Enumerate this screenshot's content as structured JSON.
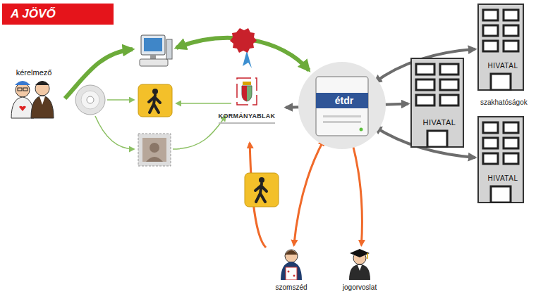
{
  "diagram": {
    "title": "A JÖVŐ",
    "nodes": [
      {
        "text": [
          "kérelmező"
        ]
      },
      {
        "text": [
          "KORMÁNYABLAK"
        ]
      },
      {
        "text": [
          "étdr"
        ]
      },
      {
        "text": [
          "HIVATAL"
        ]
      },
      {
        "text": [
          "HIVATAL"
        ]
      },
      {
        "text": [
          "HIVATAL"
        ]
      },
      {
        "text": [
          "szomszéd"
        ]
      },
      {
        "text": [
          "jogorvoslat"
        ]
      }
    ],
    "edges": [
      {
        "from": 1,
        "to": 2,
        "arrow": "both"
      },
      {
        "from": 2,
        "to": 4,
        "arrow": "both"
      },
      {
        "from": 2,
        "to": 3,
        "arrow": "both"
      },
      {
        "from": 2,
        "to": 5,
        "arrow": "both"
      },
      {
        "from": 6,
        "to": 1,
        "arrow": "to"
      },
      {
        "from": 2,
        "to": 6,
        "arrow": "both"
      },
      {
        "from": 2,
        "to": 7,
        "arrow": "both"
      }
    ],
    "labels": [
      "szakhatóságok"
    ]
  }
}
